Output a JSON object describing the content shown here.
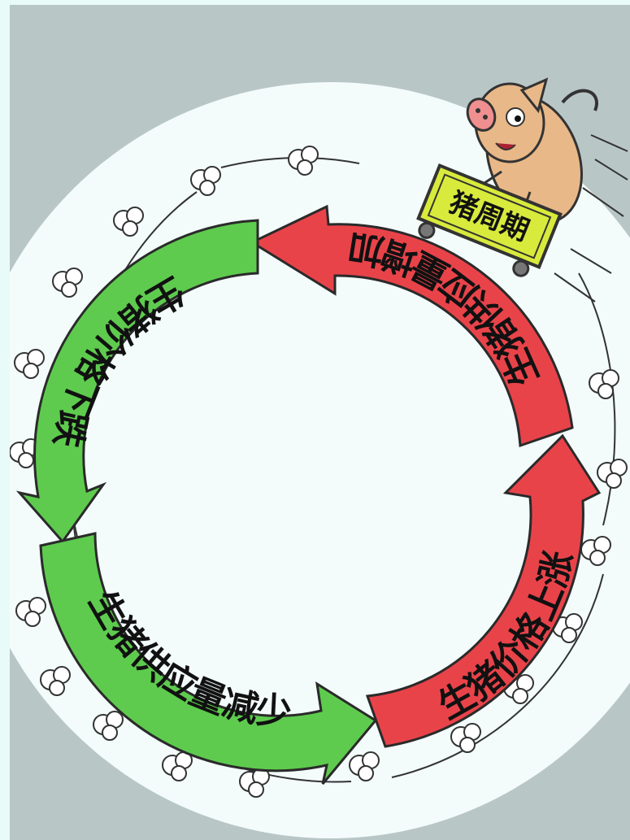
{
  "cycle": {
    "title": "猪周期",
    "stages": [
      {
        "id": "supply-increase",
        "label": "生猪供应量增加",
        "color": "#e9434a"
      },
      {
        "id": "price-fall",
        "label": "生猪价格下跌",
        "color": "#5ecb4e"
      },
      {
        "id": "supply-decrease",
        "label": "生猪供应量减少",
        "color": "#5ecb4e"
      },
      {
        "id": "price-rise",
        "label": "生猪价格上涨",
        "color": "#e9434a"
      }
    ]
  },
  "colors": {
    "background": "#b9c6c6",
    "disc": "#f3fbfb",
    "pig": "#e8b888",
    "sign": "#d8ea3c"
  }
}
